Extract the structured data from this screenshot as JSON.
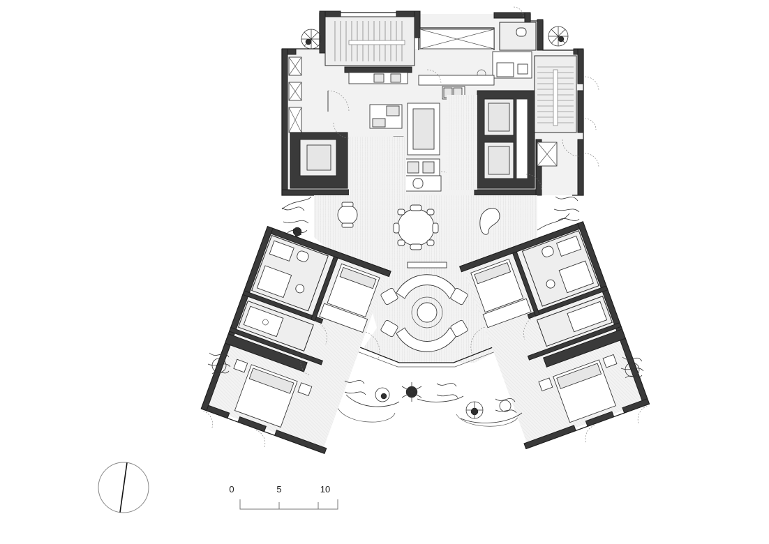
{
  "scale_bar": {
    "labels": [
      "0",
      "5",
      "10"
    ]
  },
  "north_arrow": {
    "rotation_deg": 8
  }
}
